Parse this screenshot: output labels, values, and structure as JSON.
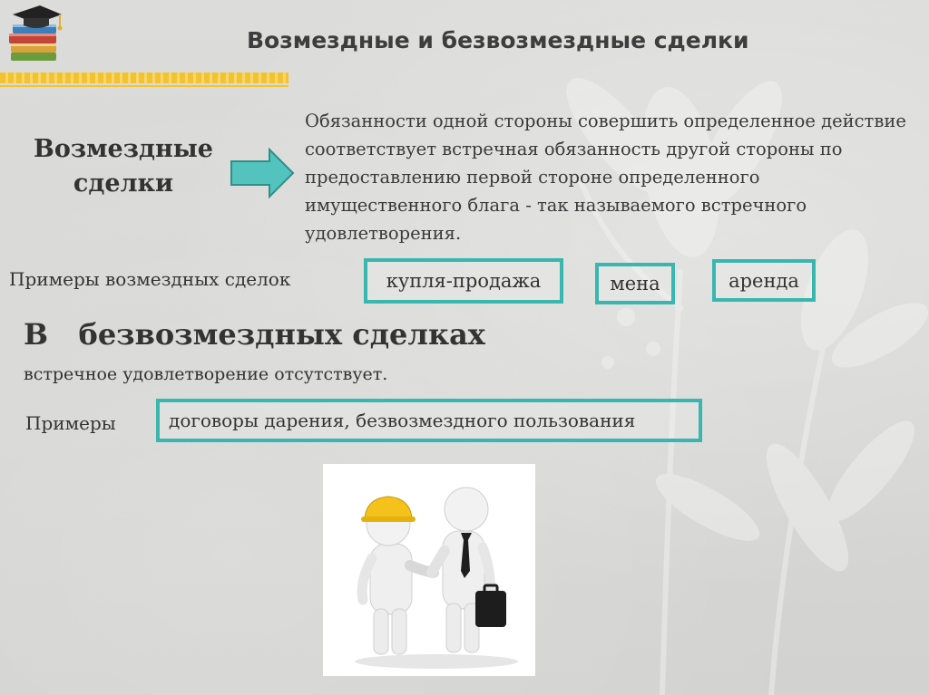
{
  "slide": {
    "title": "Возмездные и безвозмездные сделки"
  },
  "paid": {
    "heading_line1": "Возмездные",
    "heading_line2": "сделки",
    "definition": "Обязанности одной стороны совершить определенное действие соответствует встречная обязанность другой стороны по предоставлению первой стороне определенного имущественного блага - так называемого встречного удовлетворения.",
    "examples_label": "Примеры возмездных сделок",
    "examples": [
      "купля-продажа",
      "мена",
      "аренда"
    ]
  },
  "free": {
    "heading": "В   безвозмездных сделках",
    "subtext": "встречное удовлетворение отсутствует.",
    "examples_label": "Примеры",
    "examples_text": "договоры дарения, безвозмездного пользования"
  },
  "colors": {
    "accent_teal": "#39b6b0",
    "rule_yellow": "#f2c230"
  },
  "icons": [
    "graduation-books-icon",
    "right-arrow-icon",
    "handshake-figures-image"
  ]
}
